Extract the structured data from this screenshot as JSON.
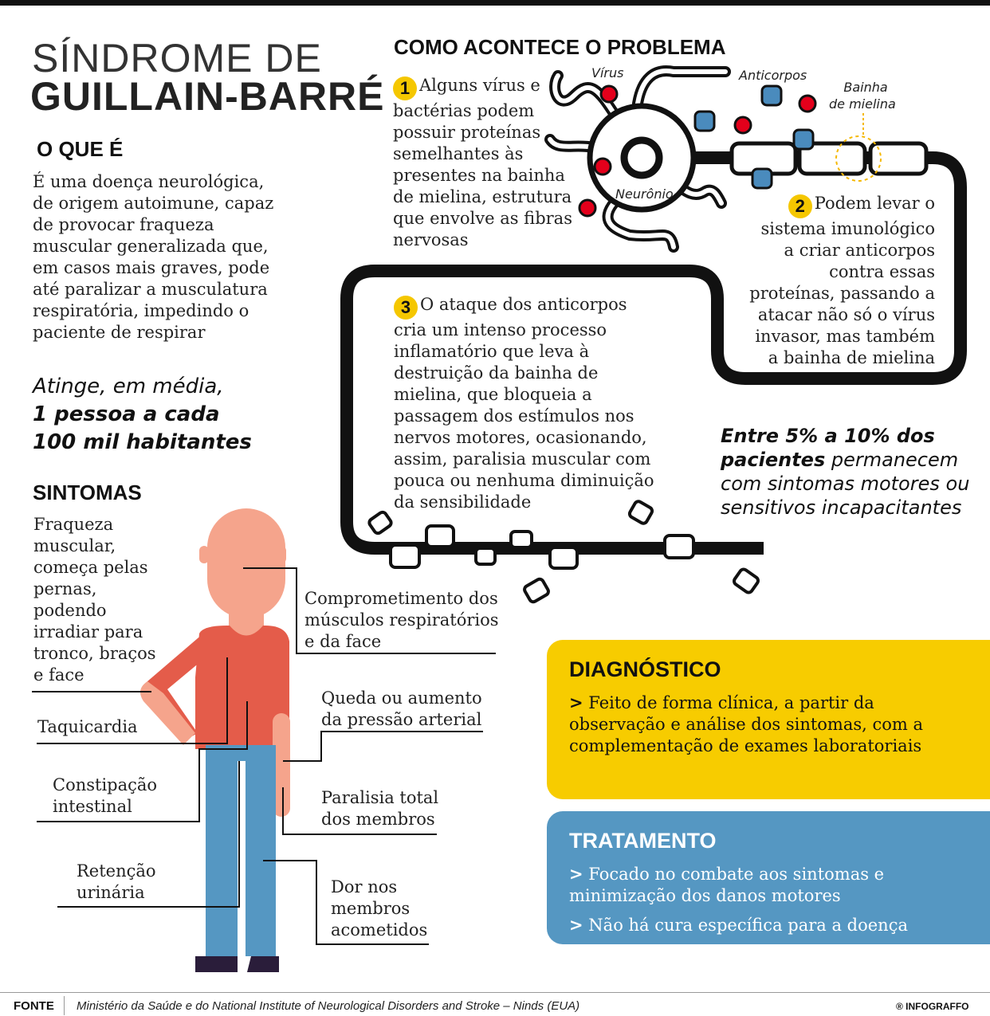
{
  "title": {
    "line1": "SÍNDROME DE",
    "line2": "GUILLAIN-BARRÉ"
  },
  "what_is": {
    "heading": "O QUE É",
    "text": "É uma doença neurológica, de origem autoimune, capaz de provocar fraqueza muscular generalizada que, em casos mais graves, pode até paralizar a musculatura respiratória, impedindo o paciente de respirar",
    "stat_prefix": "Atinge, em média,",
    "stat_line1": "1 pessoa a cada",
    "stat_line2": "100 mil habitantes"
  },
  "how": {
    "heading": "COMO ACONTECE O PROBLEMA",
    "labels": {
      "virus": "Vírus",
      "antibodies": "Anticorpos",
      "myelin_line1": "Bainha",
      "myelin_line2": "de mielina",
      "neuron": "Neurônio"
    },
    "steps": [
      {
        "num": "1",
        "text": "Alguns vírus e bactérias podem possuir proteínas semelhantes às presentes na bainha de mielina, estrutura que envolve as fibras nervosas"
      },
      {
        "num": "2",
        "text": "Podem levar o sistema imunológico a criar anticorpos contra essas proteínas, passando a atacar não só o vírus invasor, mas também a bainha de mielina"
      },
      {
        "num": "3",
        "text": "O ataque dos anticorpos cria um intenso processo inflamatório que leva à destruição da bainha de mielina, que bloqueia a passagem dos estímulos nos nervos motores, ocasionando, assim, paralisia muscular com pouca ou nenhuma diminuição da sensibilidade"
      }
    ],
    "pct_bold1": "Entre 5% a 10% dos",
    "pct_bold2": "pacientes",
    "pct_rest1": " permanecem",
    "pct_rest2": "com sintomas motores ou",
    "pct_rest3": "sensitivos incapacitantes"
  },
  "symptoms": {
    "heading": "SINTOMAS",
    "items": [
      "Fraqueza muscular, começa pelas pernas, podendo irradiar para tronco, braços e face",
      "Taquicardia",
      "Constipação intestinal",
      "Retenção urinária",
      "Comprometimento dos músculos respiratórios e da face",
      "Queda ou aumento da pressão arterial",
      "Paralisia total dos membros",
      "Dor nos membros acometidos"
    ]
  },
  "diagnosis": {
    "heading": "DIAGNÓSTICO",
    "items": [
      "Feito de forma clínica, a partir da observação e análise dos sintomas, com a complementação de exames laboratoriais"
    ]
  },
  "treatment": {
    "heading": "TRATAMENTO",
    "items": [
      "Focado no combate aos sintomas e minimização dos danos motores",
      "Não há cura específica para a doença"
    ]
  },
  "footer": {
    "source_label": "FONTE",
    "source_text": "Ministério da Saúde e do National Institute of Neurological Disorders and Stroke – Ninds (EUA)",
    "brand": "® INFOGRAFFO"
  },
  "colors": {
    "virus": "#e3001b",
    "antibody": "#4a8bbd",
    "highlight": "#f7cc00",
    "treatment": "#5597c2",
    "skin": "#f5a48c",
    "shirt": "#e45c4a",
    "pants": "#5597c2"
  }
}
